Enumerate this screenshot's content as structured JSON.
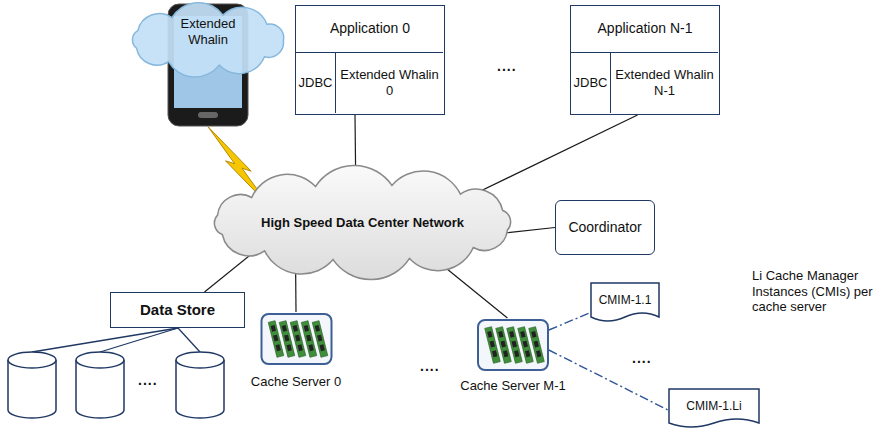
{
  "diagram": {
    "nodes": [
      {
        "text": [
          "Extended Whalin"
        ]
      },
      {
        "text": [
          "Application 0"
        ]
      },
      {
        "text": [
          "JDBC"
        ],
        "in": 1
      },
      {
        "text": [
          "Extended Whalin 0"
        ],
        "in": 1
      },
      {
        "text": [
          "Application N-1"
        ]
      },
      {
        "text": [
          "JDBC"
        ],
        "in": 4
      },
      {
        "text": [
          "Extended Whalin N-1"
        ],
        "in": 4
      },
      {
        "text": [
          "High Speed Data Center Network"
        ]
      },
      {
        "text": [
          "Coordinator"
        ]
      },
      {
        "text": [
          "Data Store"
        ]
      },
      {
        "text": [
          "Cache Server 0"
        ]
      },
      {
        "text": [
          "Cache Server M-1"
        ]
      },
      {
        "text": [
          "CMIM-1.1"
        ]
      },
      {
        "text": [
          "CMIM-1.Li"
        ]
      }
    ],
    "edges": [
      {
        "from": 0,
        "to": 7,
        "arrow": "none"
      },
      {
        "from": 7,
        "to": 1,
        "arrow": "none"
      },
      {
        "from": 7,
        "to": 4,
        "arrow": "none"
      },
      {
        "from": 7,
        "to": 8,
        "arrow": "none"
      },
      {
        "from": 7,
        "to": 9,
        "arrow": "none"
      },
      {
        "from": 7,
        "to": 10,
        "arrow": "none"
      },
      {
        "from": 7,
        "to": 11,
        "arrow": "none"
      },
      {
        "from": 11,
        "to": 12,
        "arrow": "none"
      },
      {
        "from": 11,
        "to": 13,
        "arrow": "none"
      }
    ],
    "labels": [
      "....",
      "....",
      "....",
      "....",
      "Li Cache Manager Instances (CMIs) per cache server"
    ]
  }
}
